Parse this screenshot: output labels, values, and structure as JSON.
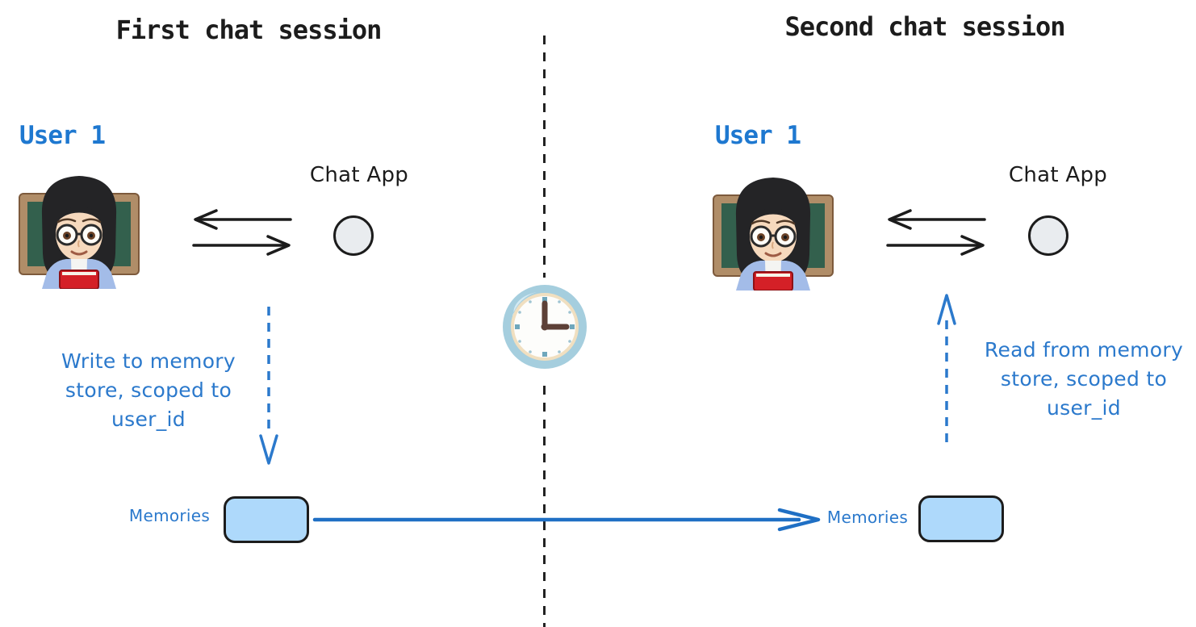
{
  "left": {
    "title": "First chat session",
    "user": "User 1",
    "app": "Chat App",
    "note_lines": [
      "Write to memory",
      "store, scoped to",
      "user_id"
    ],
    "memories": "Memories"
  },
  "right": {
    "title": "Second chat session",
    "user": "User 1",
    "app": "Chat App",
    "note_lines": [
      "Read from memory",
      "store, scoped to",
      "user_id"
    ],
    "memories": "Memories"
  },
  "icons": {
    "avatar": "woman-teacher-emoji",
    "clock": "three-oclock-clock-emoji",
    "exchange_arrows": "left-right-exchange-arrows",
    "memory_transfer": "blue-right-arrow"
  },
  "colors": {
    "ink": "#1c1c1c",
    "user_blue": "#1e78d0",
    "hand_blue": "#2b79cc",
    "arrow_blue": "#1f6fc4",
    "memory_fill": "#aed9fb",
    "circle_fill": "#e9ecef"
  }
}
